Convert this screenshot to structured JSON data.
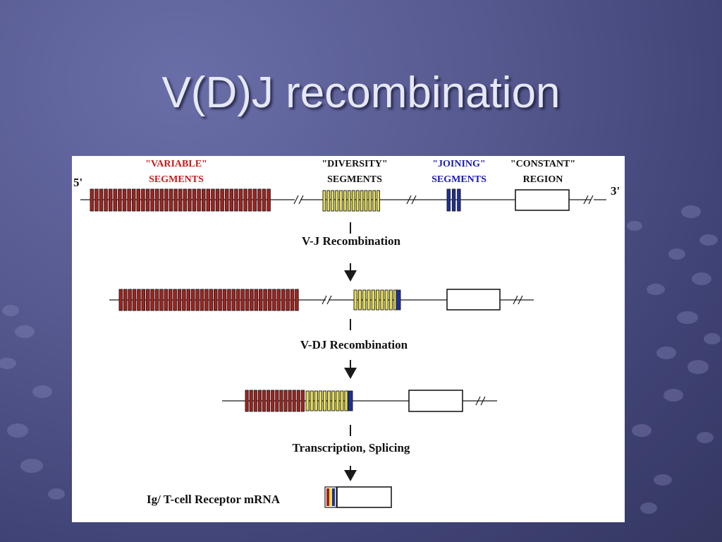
{
  "slide": {
    "title": "V(D)J recombination"
  },
  "colors": {
    "variable": "#a8201c",
    "diversity": "#e8e04a",
    "joining": "#1e2f9c",
    "outline": "#1a1a1a"
  },
  "diagram": {
    "labels": {
      "variable_line1": "\"VARIABLE\"",
      "variable_line2": "SEGMENTS",
      "diversity_line1": "\"DIVERSITY\"",
      "diversity_line2": "SEGMENTS",
      "joining_line1": "\"JOINING\"",
      "joining_line2": "SEGMENTS",
      "constant_line1": "\"CONSTANT\"",
      "constant_line2": "REGION",
      "five_prime": "5'",
      "three_prime": "3'"
    },
    "steps": {
      "step1": "V-J Recombination",
      "step2": "V-DJ Recombination",
      "step3": "Transcription, Splicing"
    },
    "mrna_label": "Ig/ T-cell Receptor mRNA"
  }
}
